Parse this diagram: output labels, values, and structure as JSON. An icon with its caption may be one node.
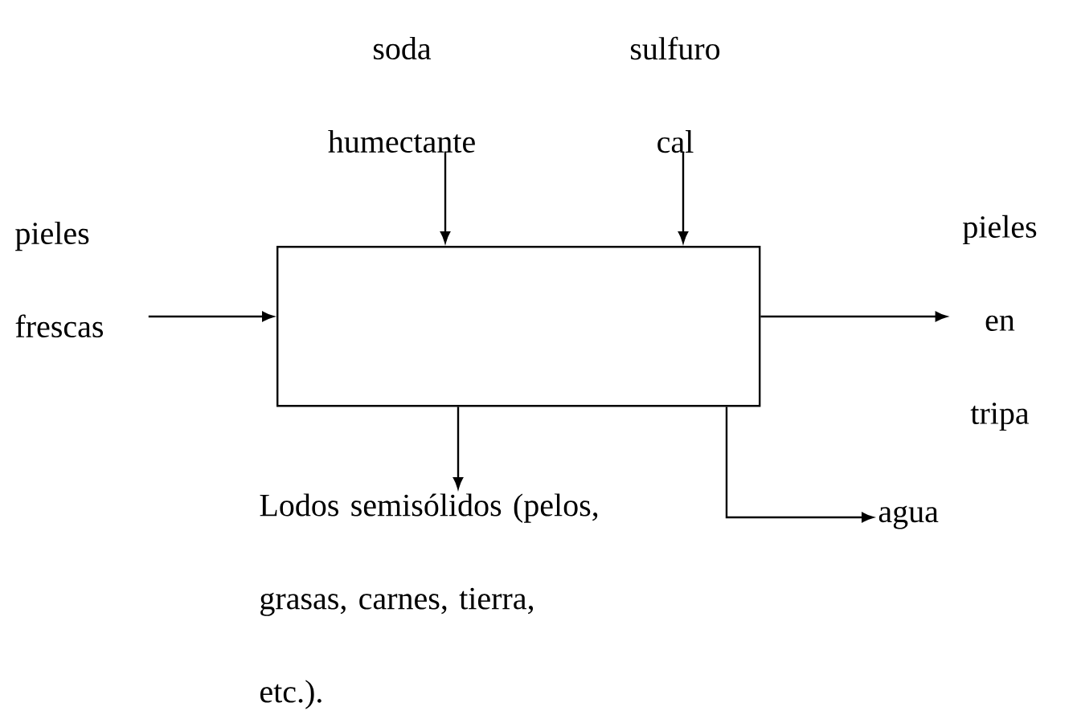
{
  "diagram": {
    "nodes": [
      {
        "text": [],
        "shape": "box"
      },
      {
        "text": [
          "soda humectante"
        ]
      },
      {
        "text": [
          "sulfuro cal"
        ]
      },
      {
        "text": [
          "pieles frescas"
        ]
      },
      {
        "text": [
          "pieles en tripa"
        ]
      },
      {
        "text": [
          "Lodos semisólidos (pelos, grasas, carnes, tierra, etc.)."
        ]
      },
      {
        "text": [
          "agua"
        ]
      }
    ],
    "edges": [
      {
        "from": 1,
        "to": 0,
        "arrow": "to"
      },
      {
        "from": 2,
        "to": 0,
        "arrow": "to"
      },
      {
        "from": 3,
        "to": 0,
        "arrow": "to"
      },
      {
        "from": 0,
        "to": 4,
        "arrow": "to"
      },
      {
        "from": 0,
        "to": 5,
        "arrow": "to"
      },
      {
        "from": 0,
        "to": 6,
        "arrow": "to"
      }
    ]
  }
}
